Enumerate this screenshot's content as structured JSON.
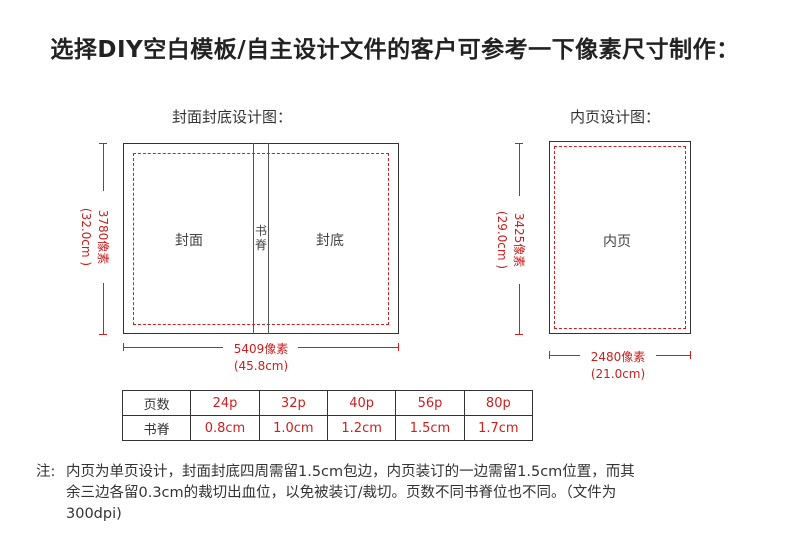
{
  "title": "选择DIY空白模板/自主设计文件的客户可参考一下像素尺寸制作：",
  "cover": {
    "heading": "封面封底设计图：",
    "front_label": "封面",
    "spine_label_1": "书",
    "spine_label_2": "脊",
    "back_label": "封底",
    "height_px": "3780像素",
    "height_cm": "(32.0cm )",
    "width_px": "5409像素",
    "width_cm": "(45.8cm)"
  },
  "inner": {
    "heading": "内页设计图：",
    "page_label": "内页",
    "height_px": "3425像素",
    "height_cm": "(29.0cm )",
    "width_px": "2480像素",
    "width_cm": "(21.0cm)"
  },
  "table": {
    "row1_header": "页数",
    "row2_header": "书脊",
    "pages": [
      "24p",
      "32p",
      "40p",
      "56p",
      "80p"
    ],
    "spines": [
      "0.8cm",
      "1.0cm",
      "1.2cm",
      "1.5cm",
      "1.7cm"
    ]
  },
  "note": {
    "prefix": "注:",
    "line1": "内页为单页设计，封面封底四周需留1.5cm包边，内页装订的一边需留1.5cm位置，而其",
    "line2": "余三边各留0.3cm的裁切出血位，以免被装订/裁切。页数不同书脊位也不同。（文件为",
    "line3": "300dpi)"
  },
  "colors": {
    "accent": "#cc1f1f",
    "border": "#333333"
  }
}
